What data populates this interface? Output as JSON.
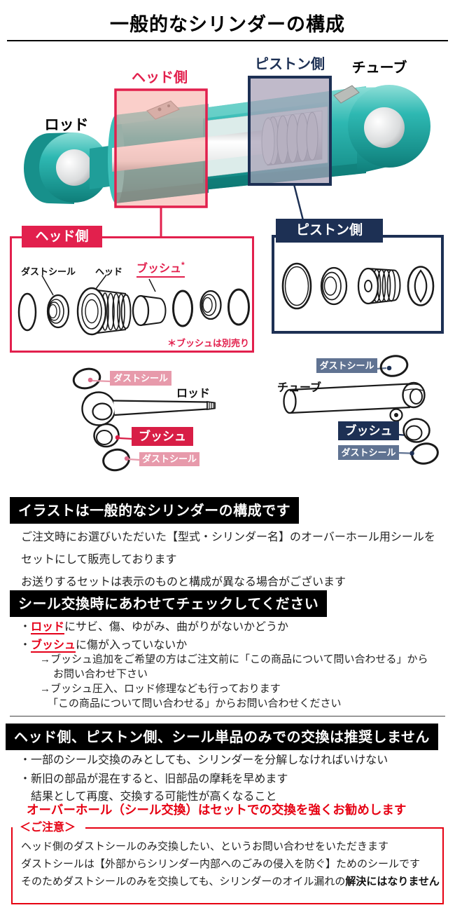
{
  "title": "一般的なシリンダーの構成",
  "colors": {
    "teal": "#2bb3ae",
    "crimson": "#e2204d",
    "navy": "#1d3054",
    "pink_label": "#e79aab",
    "slate_label": "#607392",
    "red": "#e60012",
    "banner_bg": "#000000"
  },
  "main_diagram": {
    "rod_label": "ロッド",
    "head_side_label": "ヘッド側",
    "piston_side_label": "ピストン側",
    "tube_label": "チューブ"
  },
  "head_parts_box": {
    "title": "ヘッド側",
    "dust_seal_label": "ダストシール",
    "head_label": "ヘッド",
    "bush_label": "ブッシュ",
    "bush_asterisk": "*",
    "note": "＊ブッシュは別売り"
  },
  "piston_parts_box": {
    "title": "ピストン側"
  },
  "rod_assembly": {
    "dust_seal_top_label": "ダストシール",
    "rod_label": "ロッド",
    "bush_label": "ブッシュ",
    "dust_seal_bottom_label": "ダストシール"
  },
  "tube_assembly": {
    "dust_seal_top_label": "ダストシール",
    "tube_label": "チューブ",
    "bush_label": "ブッシュ",
    "dust_seal_bottom_label": "ダストシール"
  },
  "section_illustration": {
    "heading": "イラストは一般的なシリンダーの構成です",
    "lines": [
      "ご注文時にお選びいただいた【型式・シリンダー名】のオーバーホール用シールを",
      "セットにして販売しております",
      "お送りするセットは表示のものと構成が異なる場合がございます"
    ]
  },
  "section_check": {
    "heading": "シール交換時にあわせてチェックしてください",
    "bullet_prefix": "・",
    "bullet1_link": "ロッド",
    "bullet1_rest": "にサビ、傷、ゆがみ、曲がりがないかどうか",
    "bullet2_link": "ブッシュ",
    "bullet2_rest": "に傷が入っていないか",
    "sub1_line1": "→ブッシュ追加をご希望の方はご注文前に「この商品について問い合わせる」から",
    "sub1_line2": "お問い合わせ下さい",
    "sub2_line1": "→ブッシュ圧入、ロッド修理なども行っております",
    "sub2_line2": "「この商品について問い合わせる」からお問い合わせください"
  },
  "section_recommend": {
    "heading": "ヘッド側、ピストン側、シール単品のみでの交換は推奨しません",
    "bullet1": "・一部のシール交換のみとしても、シリンダーを分解しなければいけない",
    "bullet2": "・新旧の部品が混在すると、旧部品の摩耗を早めます",
    "bullet2_cont": "結果として再度、交換する可能性が高くなること",
    "red_note": "オーバーホール（シール交換）はセットでの交換を強くお勧めします"
  },
  "notice_box": {
    "label": "＜ご注意＞",
    "line1": "ヘッド側のダストシールのみ交換したい、というお問い合わせをいただきます",
    "line2": "ダストシールは【外部からシリンダー内部へのごみの侵入を防ぐ】ためのシールです",
    "line3_normal": "そのためダストシールのみを交換しても、シリンダーのオイル漏れの",
    "line3_bold": "解決にはなりません"
  }
}
